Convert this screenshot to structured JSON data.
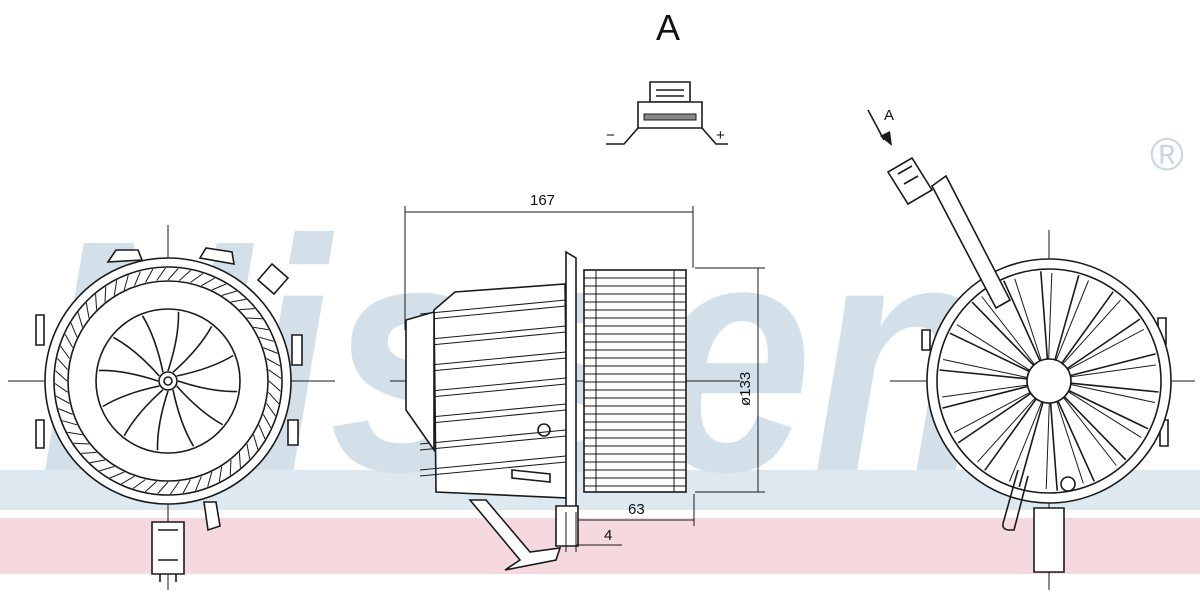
{
  "brand": {
    "watermark": "Nissens",
    "registered_mark": "®",
    "colors": {
      "watermark": "#d3e0ea",
      "band_blue": "#dde8f0",
      "band_pink": "#f5d9de",
      "line": "#1a1a1a"
    }
  },
  "view_label": "A",
  "connector": {
    "minus": "−",
    "plus": "+"
  },
  "arrow_label": "A",
  "dimensions": {
    "length": "167",
    "diameter": "ø133",
    "wheel_depth": "63",
    "flange": "4"
  }
}
